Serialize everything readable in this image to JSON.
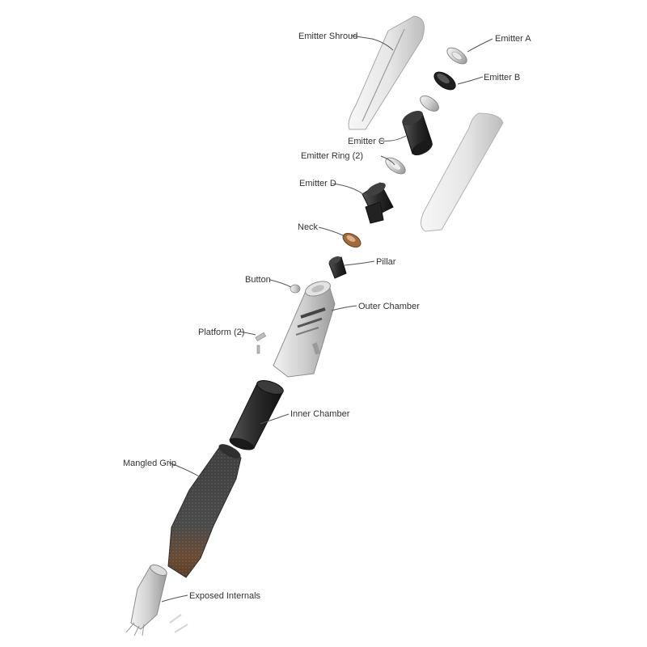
{
  "labels": {
    "emitter_shroud": "Emitter Shroud",
    "emitter_a": "Emitter A",
    "emitter_b": "Emitter B",
    "emitter_c": "Emitter C",
    "emitter_ring": "Emitter Ring (2)",
    "emitter_d": "Emitter D",
    "neck": "Neck",
    "pillar": "Pillar",
    "button": "Button",
    "outer_chamber": "Outer Chamber",
    "platform": "Platform (2)",
    "inner_chamber": "Inner Chamber",
    "mangled_grip": "Mangled Grip",
    "exposed_internals": "Exposed Internals"
  },
  "colors": {
    "background": "#ffffff",
    "label_text": "#333333",
    "leader_line": "#555555",
    "shroud_light": "#ededed",
    "metal_silver": "#c9c9c9",
    "part_black": "#2a2a2a",
    "neck_bronze": "#a06a3c",
    "grip_dark": "#4a4a4a",
    "grip_brown": "#6b4a32"
  }
}
